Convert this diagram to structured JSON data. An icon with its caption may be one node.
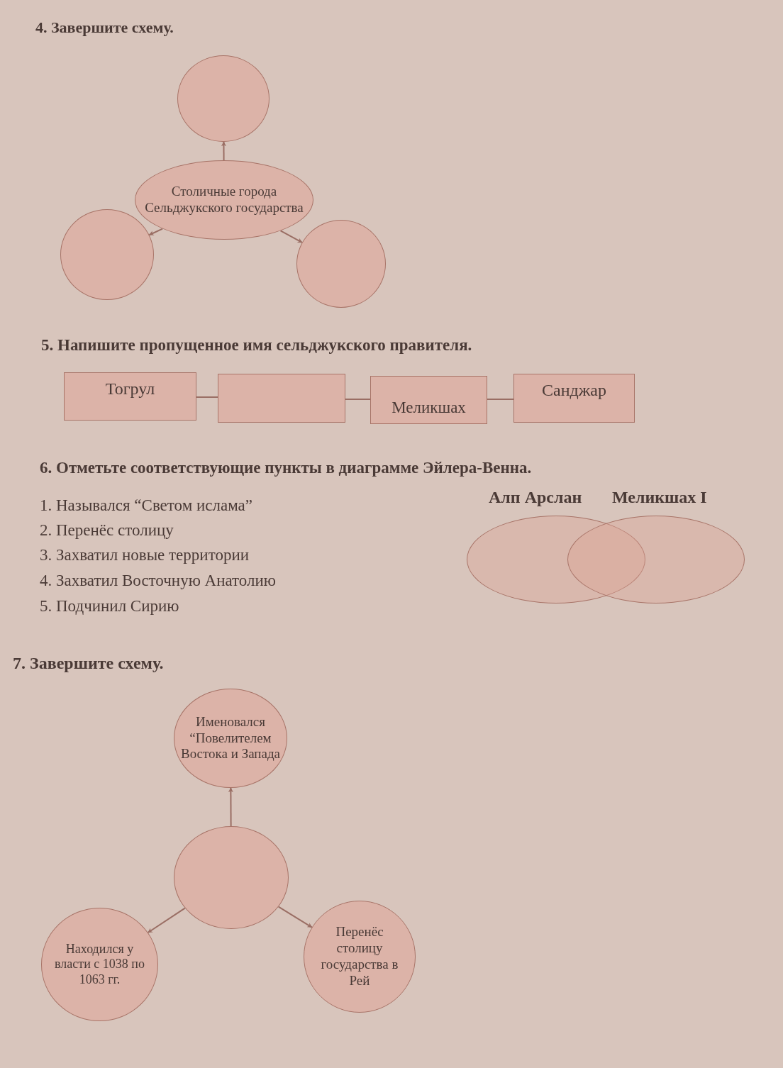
{
  "diagram": {
    "nodes": [
      {
        "text": [
          "Столичные города Сельджукского государства"
        ]
      },
      {
        "text": [],
        "shape": "circle"
      },
      {
        "text": [],
        "shape": "circle"
      },
      {
        "text": [],
        "shape": "circle"
      },
      {
        "text": [
          "Тогрул"
        ]
      },
      {
        "text": [],
        "shape": "box"
      },
      {
        "text": [
          "Меликшах"
        ]
      },
      {
        "text": [
          "Санджар"
        ]
      },
      {
        "text": [
          "Алп Арслан"
        ]
      },
      {
        "text": [
          "Меликшах I"
        ]
      },
      {
        "text": [
          "Именовался “Повелителем Востока и Запада"
        ]
      },
      {
        "text": [],
        "shape": "circle"
      },
      {
        "text": [
          "Находился у власти с 1038 по 1063 гг."
        ]
      },
      {
        "text": [
          "Перенёс столицу государства в Рей"
        ]
      }
    ],
    "edges": [
      {
        "from": 0,
        "to": 1,
        "arrow": "to"
      },
      {
        "from": 0,
        "to": 2,
        "arrow": "to"
      },
      {
        "from": 0,
        "to": 3,
        "arrow": "to"
      },
      {
        "from": 4,
        "to": 5,
        "arrow": "none"
      },
      {
        "from": 5,
        "to": 6,
        "arrow": "none"
      },
      {
        "from": 6,
        "to": 7,
        "arrow": "none"
      },
      {
        "from": 11,
        "to": 10,
        "arrow": "to"
      },
      {
        "from": 11,
        "to": 12,
        "arrow": "to"
      },
      {
        "from": 11,
        "to": 13,
        "arrow": "to"
      }
    ],
    "labels": [
      "4. Завершите схему.",
      "5. Напишите пропущенное имя сельджукского правителя.",
      "6. Отметьте соответствующие пункты в диаграмме Эйлера-Венна.",
      "1. Назывался “Светом ислама”",
      "2. Перенёс столицу",
      "3. Захватил новые территории",
      "4. Захватил Восточную Анатолию",
      "5. Подчинил Сирию",
      "7. Завершите схему."
    ]
  }
}
